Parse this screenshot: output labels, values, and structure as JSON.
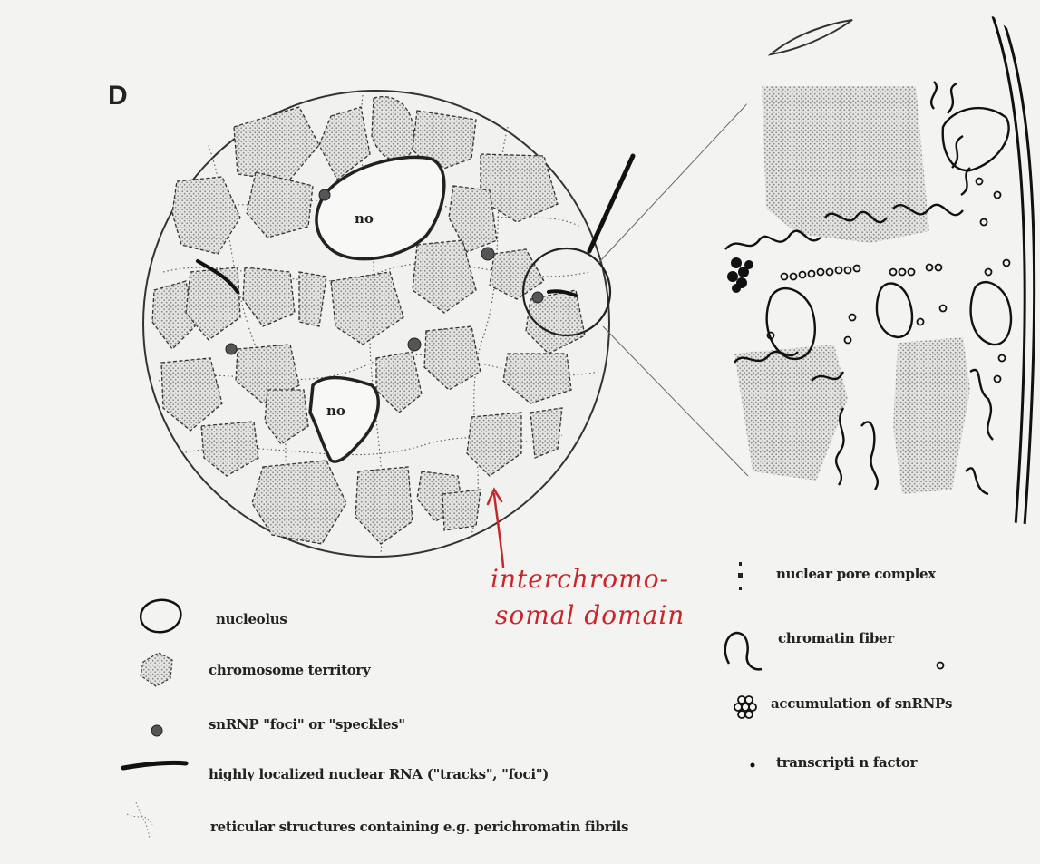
{
  "panel_label": "D",
  "nucleolus_labels": [
    "no",
    "no"
  ],
  "annotation": {
    "line1": "interchromo-",
    "line2": "somal domain",
    "color": "#c8262a"
  },
  "legend_left": [
    {
      "icon": "nucleolus-outline-icon",
      "label": "nucleolus"
    },
    {
      "icon": "chromosome-territory-icon",
      "label": "chromosome territory"
    },
    {
      "icon": "speckle-dot-icon",
      "label": "snRNP \"foci\" or \"speckles\""
    },
    {
      "icon": "rna-track-icon",
      "label": "highly localized nuclear RNA (\"tracks\", \"foci\")"
    },
    {
      "icon": "reticular-structure-icon",
      "label": "reticular structures containing e.g. perichromatin fibrils"
    }
  ],
  "legend_right": [
    {
      "icon": "nuclear-pore-icon",
      "label": "nuclear pore complex"
    },
    {
      "icon": "chromatin-fiber-icon",
      "label": "chromatin fiber"
    },
    {
      "icon": "snrnp-cluster-icon",
      "label": "accumulation of snRNPs"
    },
    {
      "icon": "transcription-factor-icon",
      "label": "transcripti n factor"
    }
  ],
  "colors": {
    "ink": "#222222",
    "paper": "#f3f3f1",
    "stipple": "#bdbdbd",
    "annotation": "#c8262a"
  }
}
